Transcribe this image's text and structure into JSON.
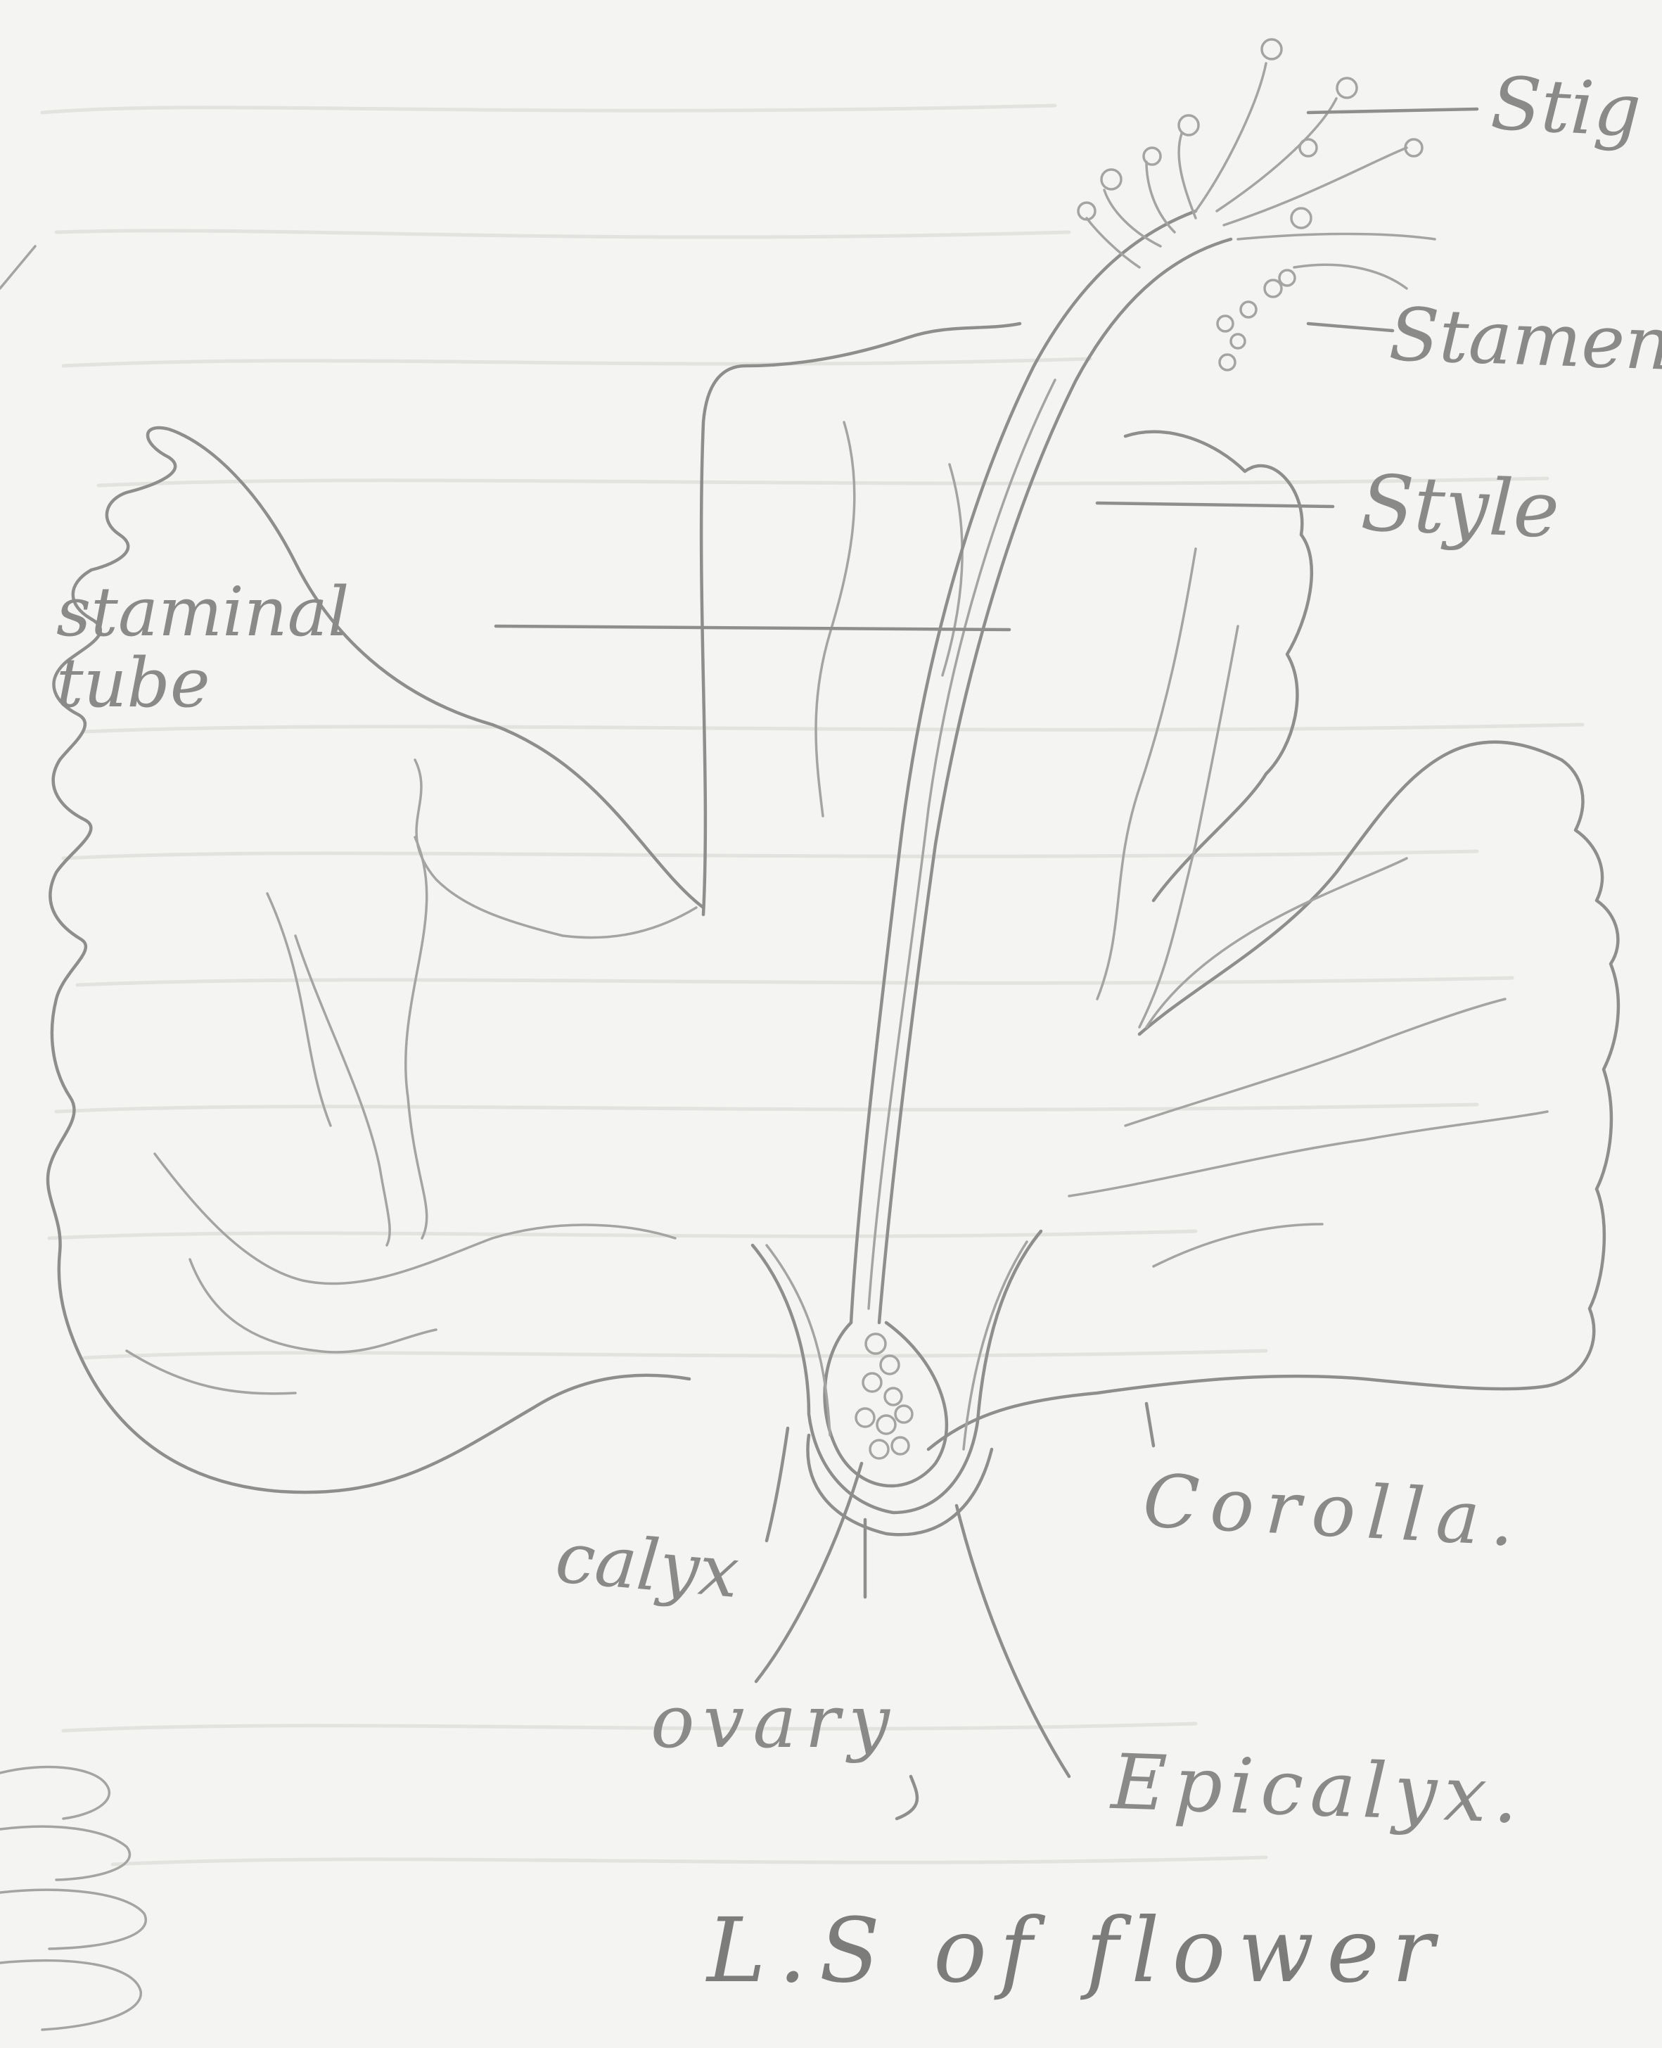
{
  "diagram": {
    "caption": "L.S of flower",
    "labels": {
      "stigma": "Stig",
      "stamen": "Stamen",
      "style": "Style",
      "staminal_tube": "staminal tube",
      "corolla": "Corolla.",
      "calyx": "calyx",
      "ovary": "ovary",
      "epicalyx": "Epicalyx."
    }
  }
}
